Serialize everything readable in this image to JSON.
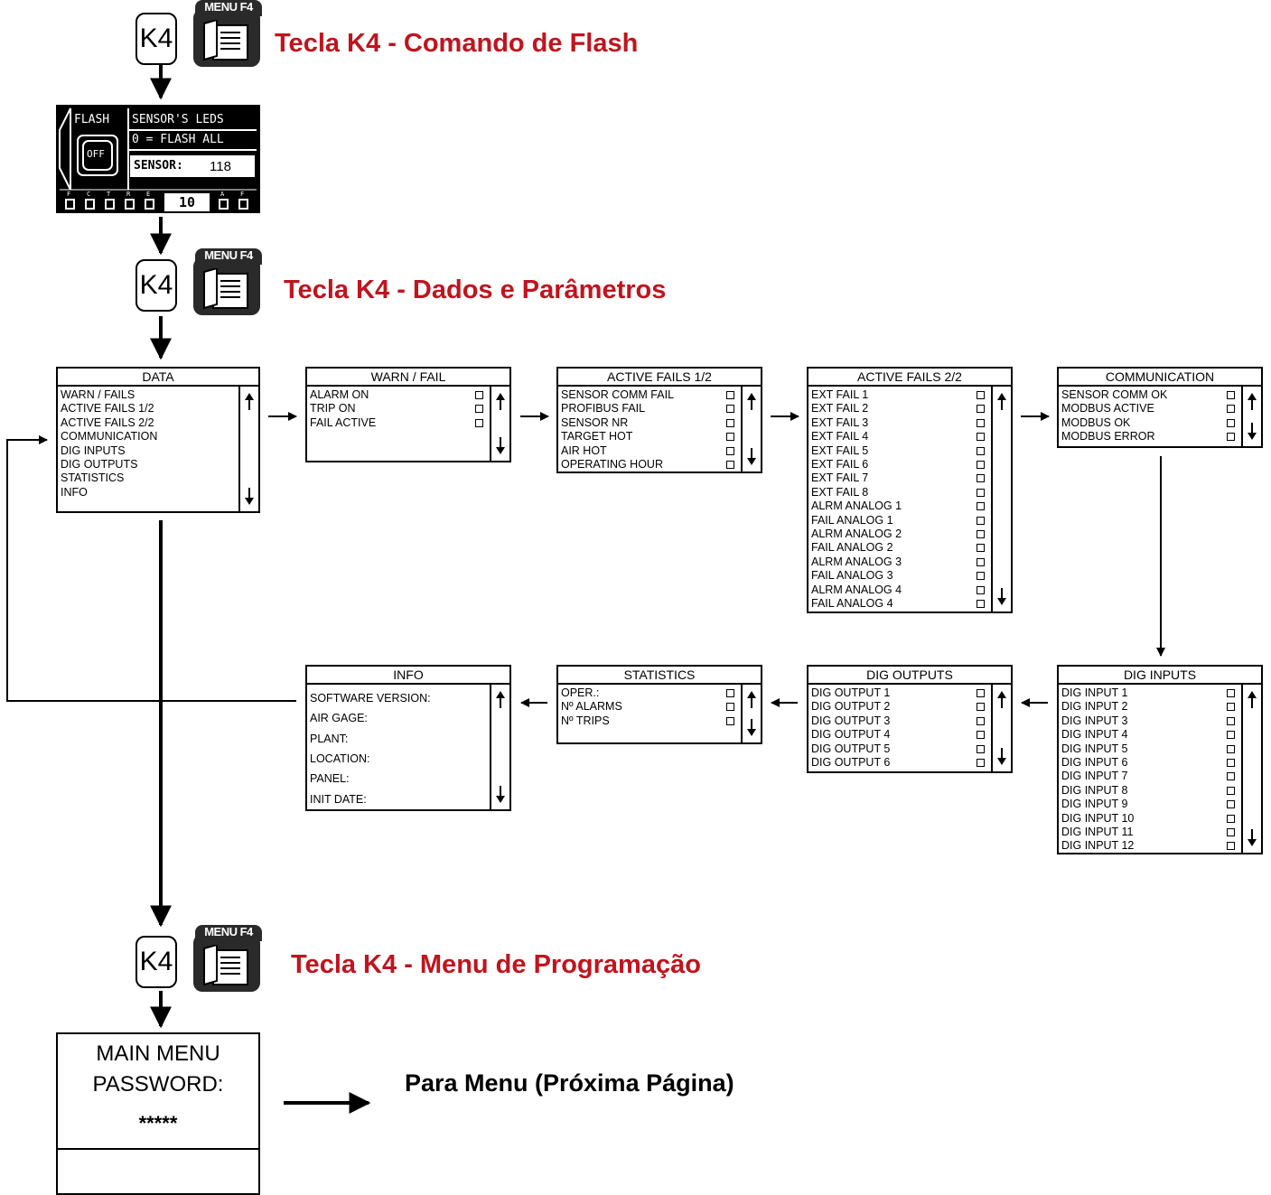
{
  "key_label": "K4",
  "menu_icon_label": "MENU F4",
  "headings": {
    "flash": "Tecla K4 - Comando de Flash",
    "data": "Tecla K4 - Dados e Parâmetros",
    "prog": "Tecla K4 - Menu de Programação"
  },
  "flash_screen": {
    "flash": "FLASH",
    "sensor_leds": "SENSOR'S LEDS",
    "flash_all": "0 = FLASH ALL",
    "off": "OFF",
    "sensor_label": "SENSOR:",
    "sensor_value": "118",
    "indicators": [
      "F",
      "C",
      "T",
      "R",
      "E",
      "A",
      "F"
    ],
    "selected_value": "10"
  },
  "boxes": {
    "data": {
      "title": "DATA",
      "items": [
        "WARN / FAILS",
        "ACTIVE FAILS 1/2",
        "ACTIVE FAILS 2/2",
        "COMMUNICATION",
        "DIG INPUTS",
        "DIG OUTPUTS",
        "STATISTICS",
        "INFO"
      ]
    },
    "warn_fail": {
      "title": "WARN / FAIL",
      "items": [
        "ALARM ON",
        "TRIP ON",
        "FAIL ACTIVE"
      ]
    },
    "active_fails_1": {
      "title": "ACTIVE FAILS 1/2",
      "items": [
        "SENSOR COMM FAIL",
        "PROFIBUS FAIL",
        "SENSOR NR",
        "TARGET HOT",
        "AIR HOT",
        "OPERATING HOUR"
      ]
    },
    "active_fails_2": {
      "title": "ACTIVE FAILS 2/2",
      "items": [
        "EXT FAIL 1",
        "EXT FAIL 2",
        "EXT FAIL 3",
        "EXT FAIL 4",
        "EXT FAIL 5",
        "EXT FAIL 6",
        "EXT FAIL 7",
        "EXT FAIL 8",
        "ALRM ANALOG 1",
        "FAIL ANALOG 1",
        "ALRM ANALOG 2",
        "FAIL ANALOG 2",
        "ALRM ANALOG 3",
        "FAIL ANALOG 3",
        "ALRM ANALOG 4",
        "FAIL ANALOG 4"
      ]
    },
    "communication": {
      "title": "COMMUNICATION",
      "items": [
        "SENSOR COMM OK",
        "MODBUS ACTIVE",
        "MODBUS OK",
        "MODBUS ERROR"
      ]
    },
    "dig_inputs": {
      "title": "DIG INPUTS",
      "items": [
        "DIG INPUT 1",
        "DIG INPUT 2",
        "DIG INPUT 3",
        "DIG INPUT 4",
        "DIG INPUT 5",
        "DIG INPUT 6",
        "DIG INPUT 7",
        "DIG INPUT 8",
        "DIG INPUT 9",
        "DIG INPUT 10",
        "DIG INPUT 11",
        "DIG INPUT 12"
      ]
    },
    "dig_outputs": {
      "title": "DIG OUTPUTS",
      "items": [
        "DIG OUTPUT 1",
        "DIG OUTPUT 2",
        "DIG OUTPUT 3",
        "DIG OUTPUT 4",
        "DIG OUTPUT 5",
        "DIG OUTPUT 6"
      ]
    },
    "statistics": {
      "title": "STATISTICS",
      "items": [
        "OPER.:",
        "Nº ALARMS",
        "Nº TRIPS"
      ]
    },
    "info": {
      "title": "INFO",
      "items": [
        "SOFTWARE VERSION:",
        "AIR GAGE:",
        "PLANT:",
        "LOCATION:",
        "PANEL:",
        "INIT DATE:"
      ]
    }
  },
  "main_menu": {
    "line1": "MAIN MENU",
    "line2": "PASSWORD:",
    "line3": "*****"
  },
  "next_page": "Para Menu (Próxima Página)"
}
